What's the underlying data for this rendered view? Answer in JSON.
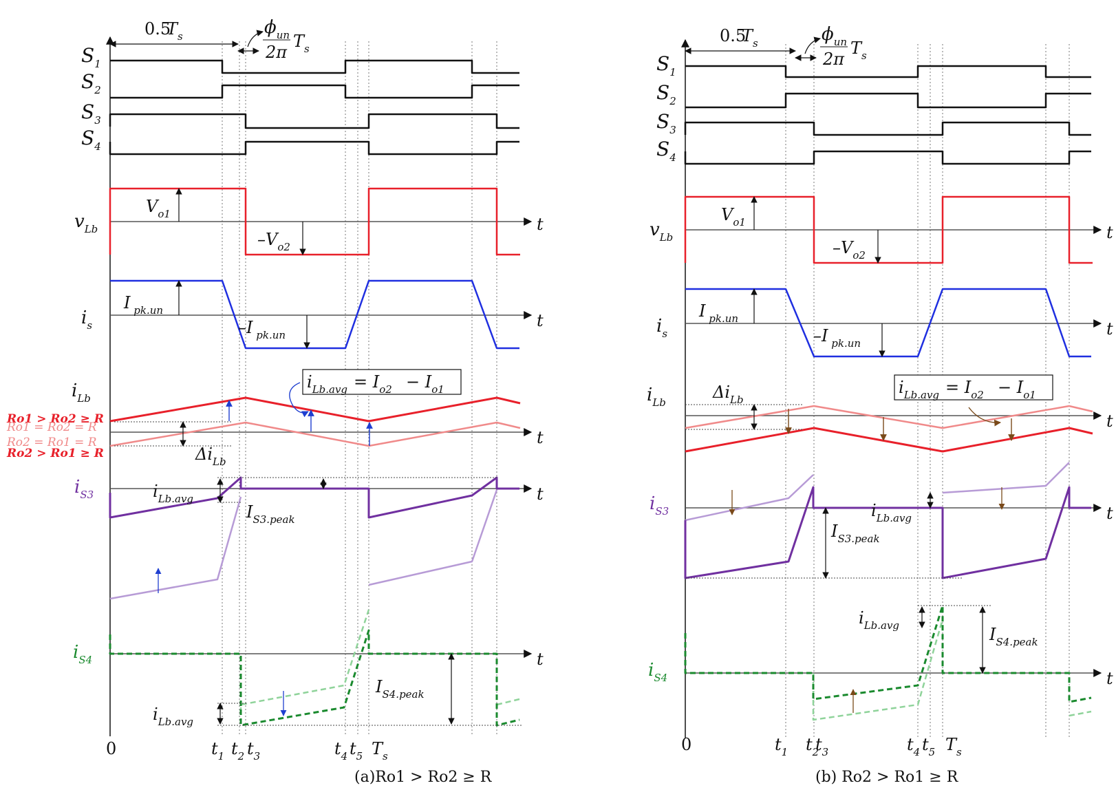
{
  "colors": {
    "switch": "#111111",
    "vLb": "#e8202a",
    "vLb_light": "#f08a8a",
    "is": "#1f2fe0",
    "iS3": "#7030a0",
    "iS3_light": "#b79bd6",
    "iS4": "#1a8a2e",
    "iS4_light": "#8fd39a",
    "annot_blue": "#1f3fd0",
    "annot_brown": "#7a4a1a",
    "grid": "#777777"
  },
  "panels": [
    {
      "id": "a",
      "caption": "(a)Ro1 > Ro2 ≥ R",
      "top_time_label": "0.5Ts",
      "phase_label": "ϕun/2π Ts",
      "switch_labels": [
        "S1",
        "S2",
        "S3",
        "S4"
      ],
      "vLb_label": "vLb",
      "vo1_label": "Vo1",
      "vo2_label": "–Vo2",
      "is_label": "is",
      "ipk_label": "Ipk.un",
      "neg_ipk_label": "–Ipk.un",
      "iLb_label": "iLb",
      "iLb_avg_box": "iLb.avg = Io2 − Io1",
      "cond_red": "Ro1 > Ro2 ≥ R",
      "cond_pink": "Ro2 = Ro1 = R",
      "delta_label": "ΔiLb",
      "iS3_label": "iS3",
      "iS3_peak": "IS3.peak",
      "iLb_avg": "iLb.avg",
      "iS4_label": "iS4",
      "iS4_peak": "IS4.peak",
      "t_label": "t",
      "time_ticks": [
        "0",
        "t1",
        "t2",
        "t3",
        "t4",
        "t5",
        "Ts"
      ]
    },
    {
      "id": "b",
      "caption": "(b) Ro2 > Ro1 ≥ R",
      "top_time_label": "0.5Ts",
      "phase_label": "ϕun/2π Ts",
      "switch_labels": [
        "S1",
        "S2",
        "S3",
        "S4"
      ],
      "vLb_label": "vLb",
      "vo1_label": "Vo1",
      "vo2_label": "–Vo2",
      "is_label": "is",
      "ipk_label": "Ipk.un",
      "neg_ipk_label": "–Ipk.un",
      "iLb_label": "iLb",
      "iLb_avg_box": "iLb.avg = Io2 − Io1",
      "cond_red": "Ro2 > Ro1 ≥ R",
      "cond_pink": "Ro1 = Ro2 = R",
      "delta_label": "ΔiLb",
      "iS3_label": "iS3",
      "iS3_peak": "IS3.peak",
      "iLb_avg": "iLb.avg",
      "iS4_label": "iS4",
      "iS4_peak": "IS4.peak",
      "t_label": "t",
      "time_ticks": [
        "0",
        "t1",
        "t2",
        "t3",
        "t4",
        "t5",
        "Ts"
      ]
    }
  ]
}
